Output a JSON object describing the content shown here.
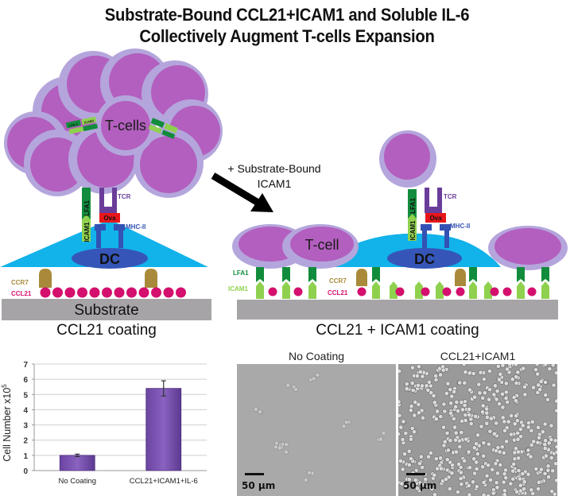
{
  "title": {
    "line1": "Substrate-Bound CCL21+ICAM1 and Soluble IL-6",
    "line2": "Collectively Augment T-cells Expansion"
  },
  "left_panel": {
    "cluster_label": "T-cells",
    "lfa_label": "LFA-1",
    "icam_label": "ICAM1",
    "synapse": {
      "lfa1": "LFA1",
      "icam1": "ICAM1",
      "tcr": "TCR",
      "ova": "Ova",
      "mhc": "MHC-II"
    },
    "dc_label": "DC",
    "ccr7_label": "CCR7",
    "ccl21_label": "CCL21",
    "substrate_label": "Substrate",
    "caption": "CCL21 coating"
  },
  "arrow_label": {
    "line1": "+ Substrate-Bound",
    "line2": "ICAM1"
  },
  "right_panel": {
    "tcell_label": "T-cell",
    "synapse": {
      "lfa1": "LFA1",
      "icam1": "ICAM1",
      "tcr": "TCR",
      "ova": "Ova",
      "mhc": "MHC-II"
    },
    "dc_label": "DC",
    "lfa1_label": "LFA1",
    "icam1_label": "ICAM1",
    "ccr7_label": "CCR7",
    "ccl21_label": "CCL21",
    "caption": "CCL21 + ICAM1 coating"
  },
  "micrographs": [
    {
      "label": "No Coating",
      "scale": "50 µm"
    },
    {
      "label": "CCL21+ICAM1",
      "scale": "50 µm"
    }
  ],
  "colors": {
    "tcell_fill": "#b35fbf",
    "tcell_membrane": "#b4a6dc",
    "dc_fill": "#12b2ea",
    "dc_nucleus": "#3556b8",
    "lfa1": "#118c3c",
    "icam1": "#8fd14f",
    "tcr": "#6a3d9a",
    "mhc": "#3352b3",
    "ova": "#e8161b",
    "ccr7": "#a88a3a",
    "ccl21": "#d40f6d",
    "substrate": "#a7a4a8",
    "bar": "#7b55b0"
  },
  "chart_data": {
    "type": "bar",
    "title": "",
    "xlabel": "",
    "ylabel": "Cell Number x10^5",
    "ylabel_main": "Cell Number x10",
    "ylabel_sup": "5",
    "categories": [
      "No Coating",
      "CCL21+ICAM1+IL-6"
    ],
    "values": [
      1.0,
      5.4
    ],
    "errors": [
      0.08,
      0.5
    ],
    "ylim": [
      0,
      7
    ],
    "yticks": [
      "0",
      "1",
      "2",
      "3",
      "4",
      "5",
      "6",
      "7"
    ],
    "grid": true
  }
}
